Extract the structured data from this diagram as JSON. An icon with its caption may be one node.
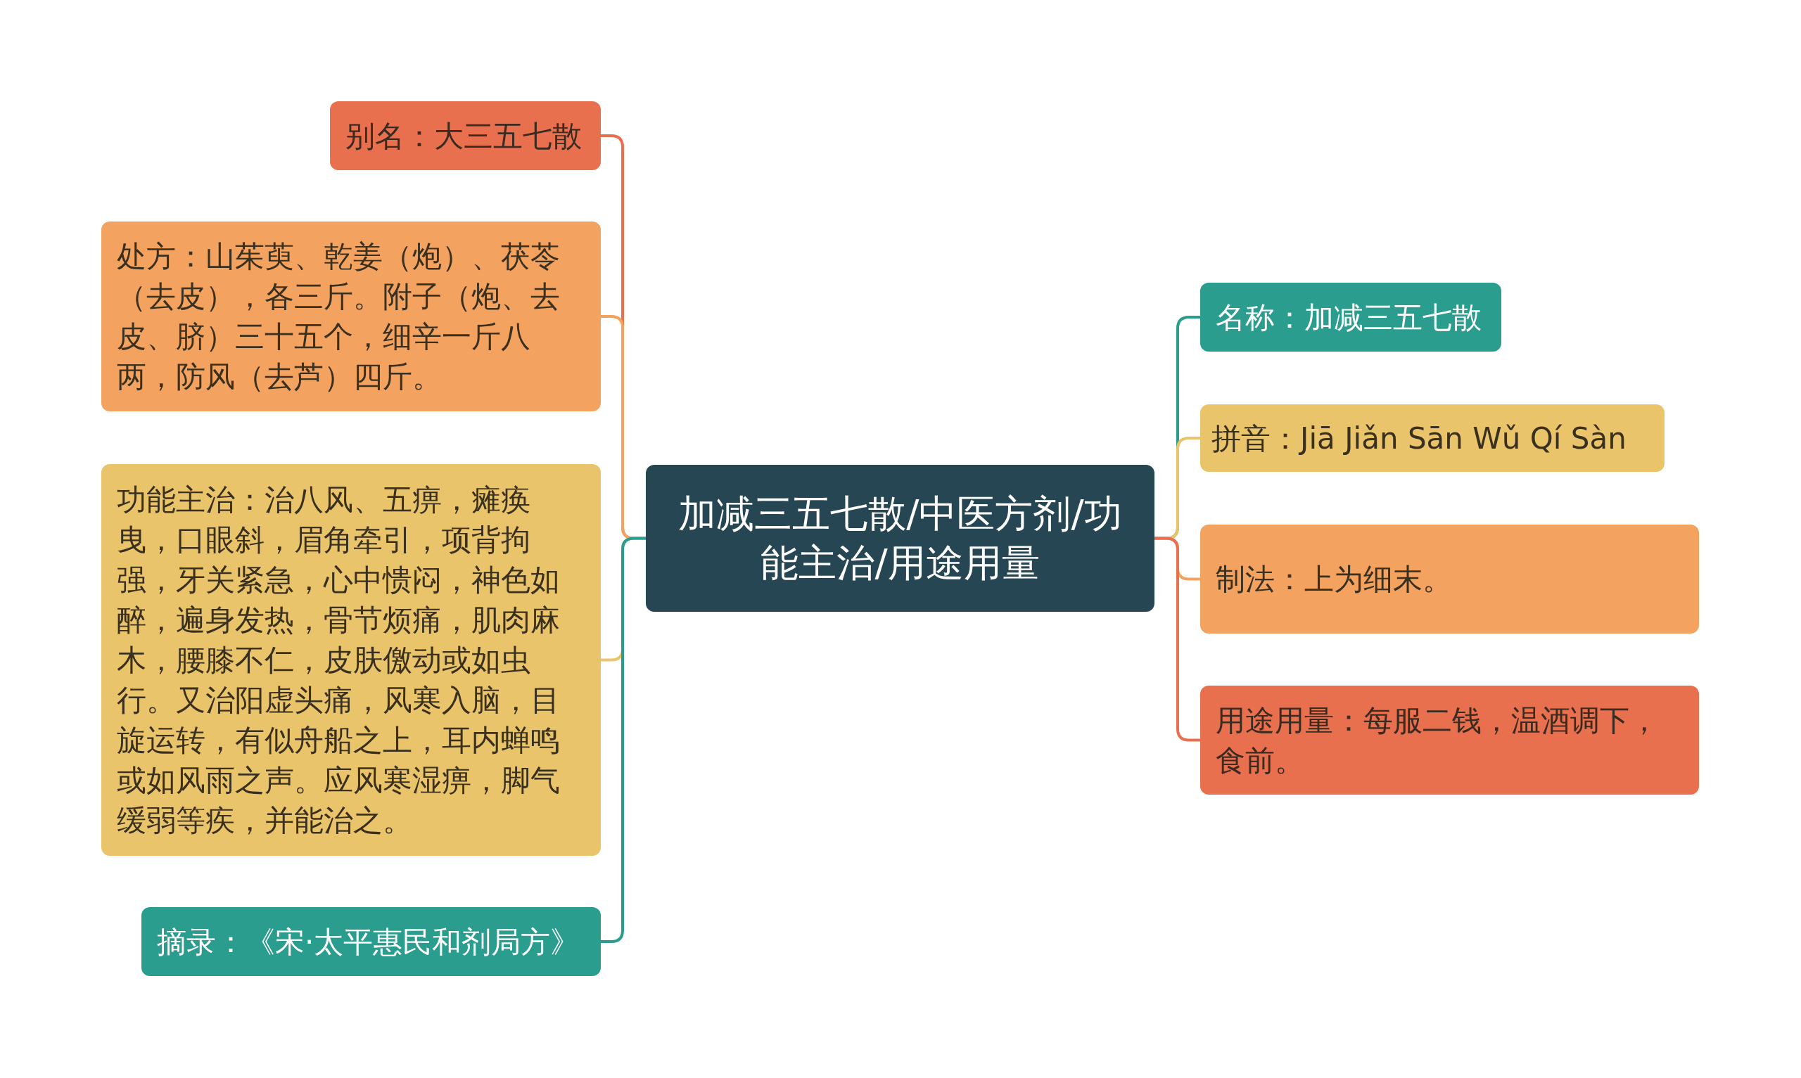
{
  "diagram": {
    "nodes": [
      {
        "text": [
          "加减三五七散/中医方剂/功能主治/用途用量"
        ]
      },
      {
        "text": [
          "别名：大三五七散"
        ]
      },
      {
        "text": [
          "处方：山茱萸、乾姜（炮）、茯苓（去皮），各三斤。附子（炮、去皮、脐）三十五个，细辛一斤八两，防风（去芦）四斤。"
        ]
      },
      {
        "text": [
          "功能主治：治八风、五痹，瘫痪曳，口眼斜，眉角牵引，项背拘强，牙关紧急，心中愦闷，神色如醉，遍身发热，骨节烦痛，肌肉麻木，腰膝不仁，皮肤儌动或如虫行。又治阳虚头痛，风寒入脑，目旋运转，有似舟船之上，耳内蝉鸣或如风雨之声。应风寒湿痹，脚气缓弱等疾，并能治之。"
        ]
      },
      {
        "text": [
          "摘录：《宋·太平惠民和剂局方》"
        ]
      },
      {
        "text": [
          "名称：加减三五七散"
        ]
      },
      {
        "text": [
          "拼音：Jiā Jiǎn Sān Wǔ Qí Sàn"
        ]
      },
      {
        "text": [
          "制法：上为细末。"
        ]
      },
      {
        "text": [
          "用途用量：每服二钱，温酒调下，食前。"
        ]
      }
    ],
    "edges": [
      {
        "from": 0,
        "to": 1,
        "arrow": "none",
        "color": "#e8704f"
      },
      {
        "from": 0,
        "to": 2,
        "arrow": "none",
        "color": "#f3a35f"
      },
      {
        "from": 0,
        "to": 3,
        "arrow": "none",
        "color": "#e9c46a"
      },
      {
        "from": 0,
        "to": 4,
        "arrow": "none",
        "color": "#2a9d8f"
      },
      {
        "from": 0,
        "to": 5,
        "arrow": "none",
        "color": "#2a9d8f"
      },
      {
        "from": 0,
        "to": 6,
        "arrow": "none",
        "color": "#e9c46a"
      },
      {
        "from": 0,
        "to": 7,
        "arrow": "none",
        "color": "#f3a35f"
      },
      {
        "from": 0,
        "to": 8,
        "arrow": "none",
        "color": "#e8704f"
      }
    ]
  }
}
